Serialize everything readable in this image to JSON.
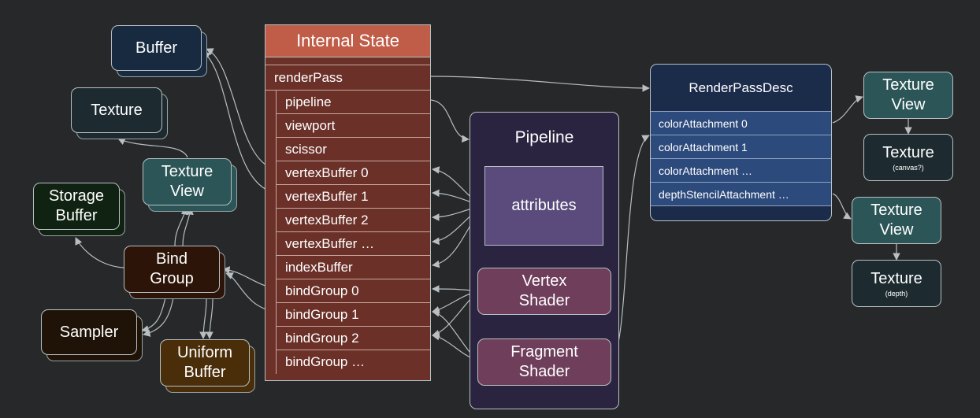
{
  "internal_state": {
    "title": "Internal State",
    "rows": [
      "renderPass",
      "pipeline",
      "viewport",
      "scissor",
      "vertexBuffer 0",
      "vertexBuffer 1",
      "vertexBuffer 2",
      "vertexBuffer …",
      "indexBuffer",
      "bindGroup 0",
      "bindGroup 1",
      "bindGroup 2",
      "bindGroup …"
    ]
  },
  "left": {
    "buffer": "Buffer",
    "texture": "Texture",
    "texture_view": [
      "Texture",
      "View"
    ],
    "storage_buffer": [
      "Storage",
      "Buffer"
    ],
    "bind_group": [
      "Bind",
      "Group"
    ],
    "sampler": "Sampler",
    "uniform_buffer": [
      "Uniform",
      "Buffer"
    ]
  },
  "pipeline": {
    "title": "Pipeline",
    "attributes": "attributes",
    "vertex_shader": [
      "Vertex",
      "Shader"
    ],
    "fragment_shader": [
      "Fragment",
      "Shader"
    ]
  },
  "render_pass_desc": {
    "title": "RenderPassDesc",
    "rows": [
      "colorAttachment 0",
      "colorAttachment 1",
      "colorAttachment …",
      "depthStencilAttachment …"
    ]
  },
  "right": {
    "texture_view_top": [
      "Texture",
      "View"
    ],
    "texture_canvas": "Texture",
    "texture_canvas_note": "(canvas?)",
    "texture_view_bottom": [
      "Texture",
      "View"
    ],
    "texture_depth": "Texture",
    "texture_depth_note": "(depth)"
  },
  "colors": {
    "background": "#262829",
    "wire": "#b8bec2",
    "internal_state_header": "#c05d48",
    "internal_state_body": "#6b3129",
    "pipeline": "#2b2440",
    "attributes": "#5a4b7c",
    "shader": "#6e3e5b",
    "render_pass_desc": "#1b2b4a",
    "render_pass_row": "#2d4a7c",
    "buffer": "#172a40",
    "texture": "#1d2b30",
    "texture_view": "#2c5557",
    "storage_buffer": "#102211",
    "bind_group": "#2c1508",
    "sampler": "#1f1307",
    "uniform_buffer": "#4a2e0a"
  }
}
